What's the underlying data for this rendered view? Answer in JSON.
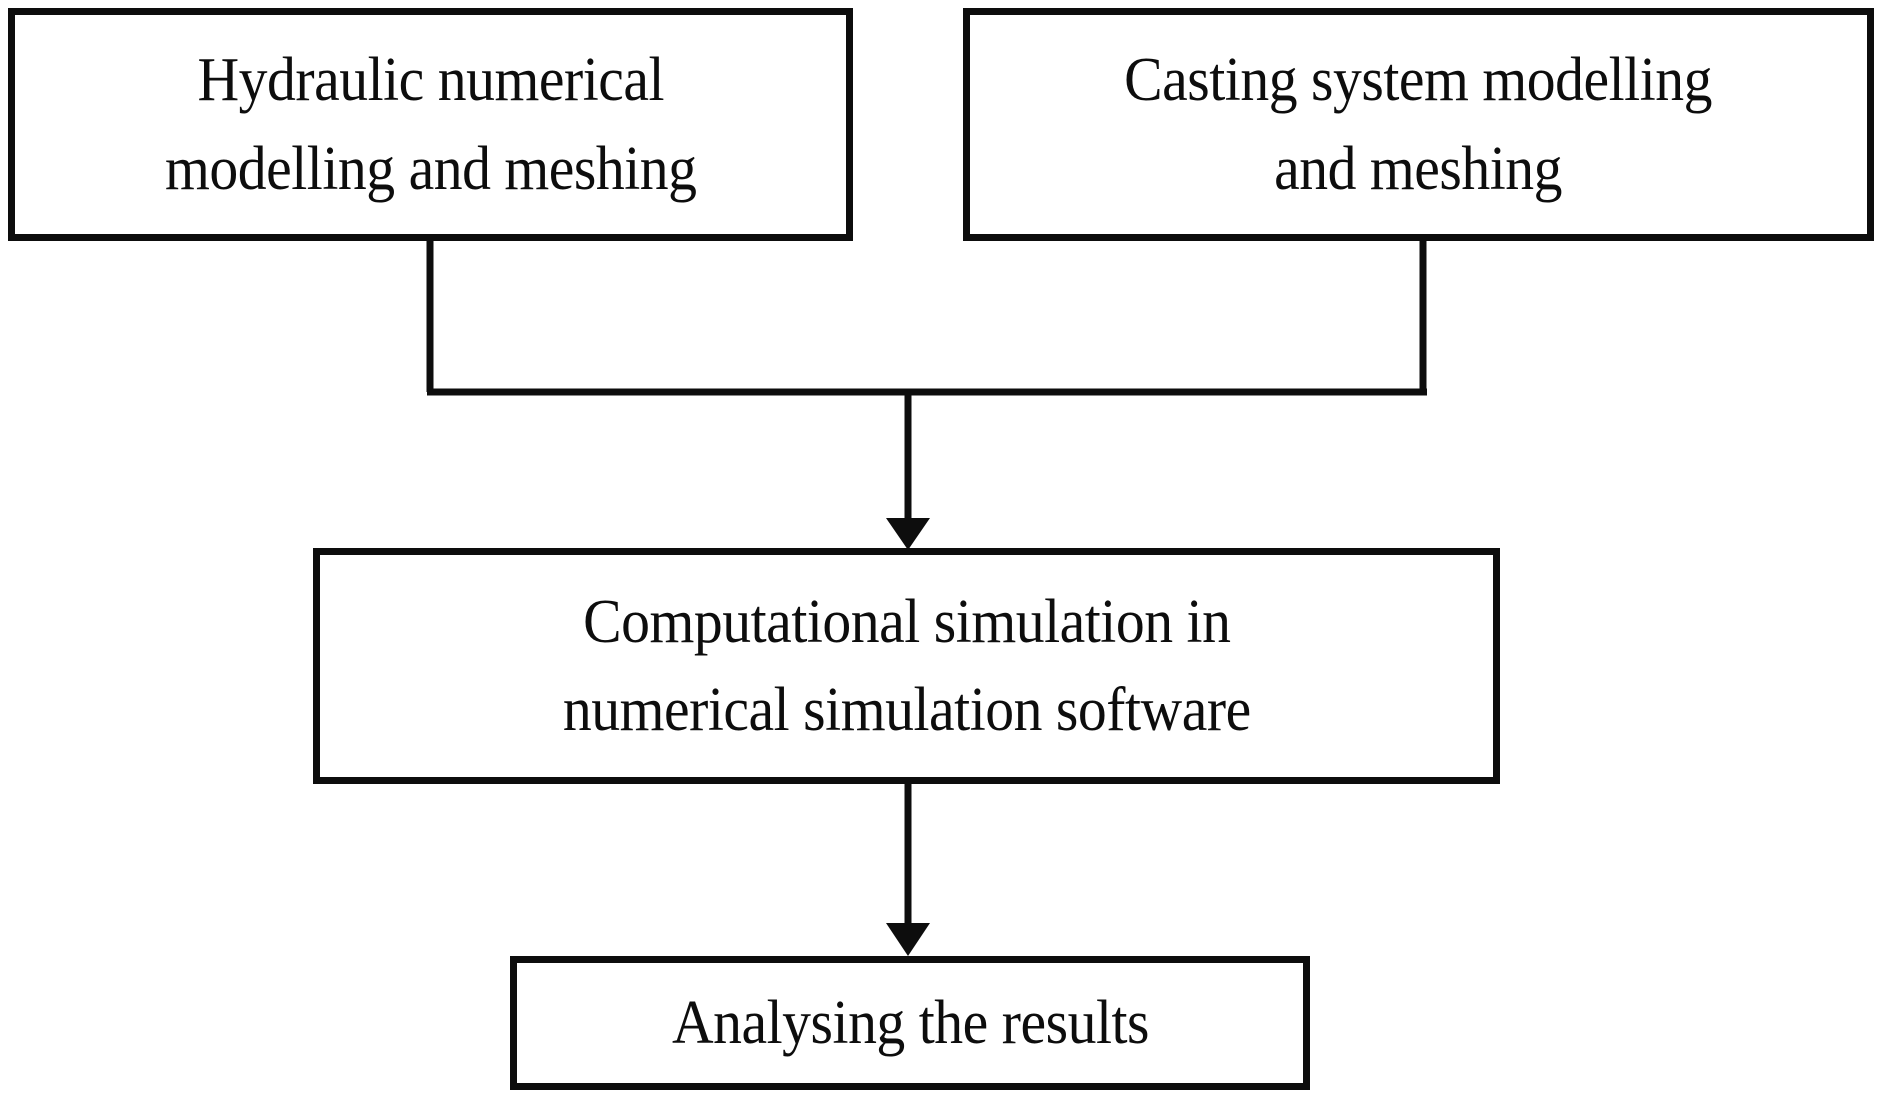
{
  "diagram": {
    "type": "flowchart",
    "title": "Simulation workflow flowchart",
    "orientation": "top-to-bottom",
    "background_color": "#ffffff",
    "line_color": "#0d0d0d",
    "text_color": "#0d0d0d",
    "nodes": [
      {
        "id": "hydraulic",
        "label": "Hydraulic numerical\nmodelling and meshing",
        "shape": "rectangle"
      },
      {
        "id": "casting",
        "label": "Casting system modelling\nand meshing",
        "shape": "rectangle"
      },
      {
        "id": "simulation",
        "label": "Computational simulation in\nnumerical simulation software",
        "shape": "rectangle"
      },
      {
        "id": "analysing",
        "label": "Analysing the results",
        "shape": "rectangle"
      }
    ],
    "edges": [
      {
        "id": "edge-hydraulic-to-merge",
        "from": "hydraulic",
        "to": "merge-junction",
        "arrow": false
      },
      {
        "id": "edge-casting-to-merge",
        "from": "casting",
        "to": "merge-junction",
        "arrow": false
      },
      {
        "id": "edge-merge-to-simulation",
        "from": "merge-junction",
        "to": "simulation",
        "arrow": true
      },
      {
        "id": "edge-simulation-to-analysing",
        "from": "simulation",
        "to": "analysing",
        "arrow": true
      }
    ]
  }
}
